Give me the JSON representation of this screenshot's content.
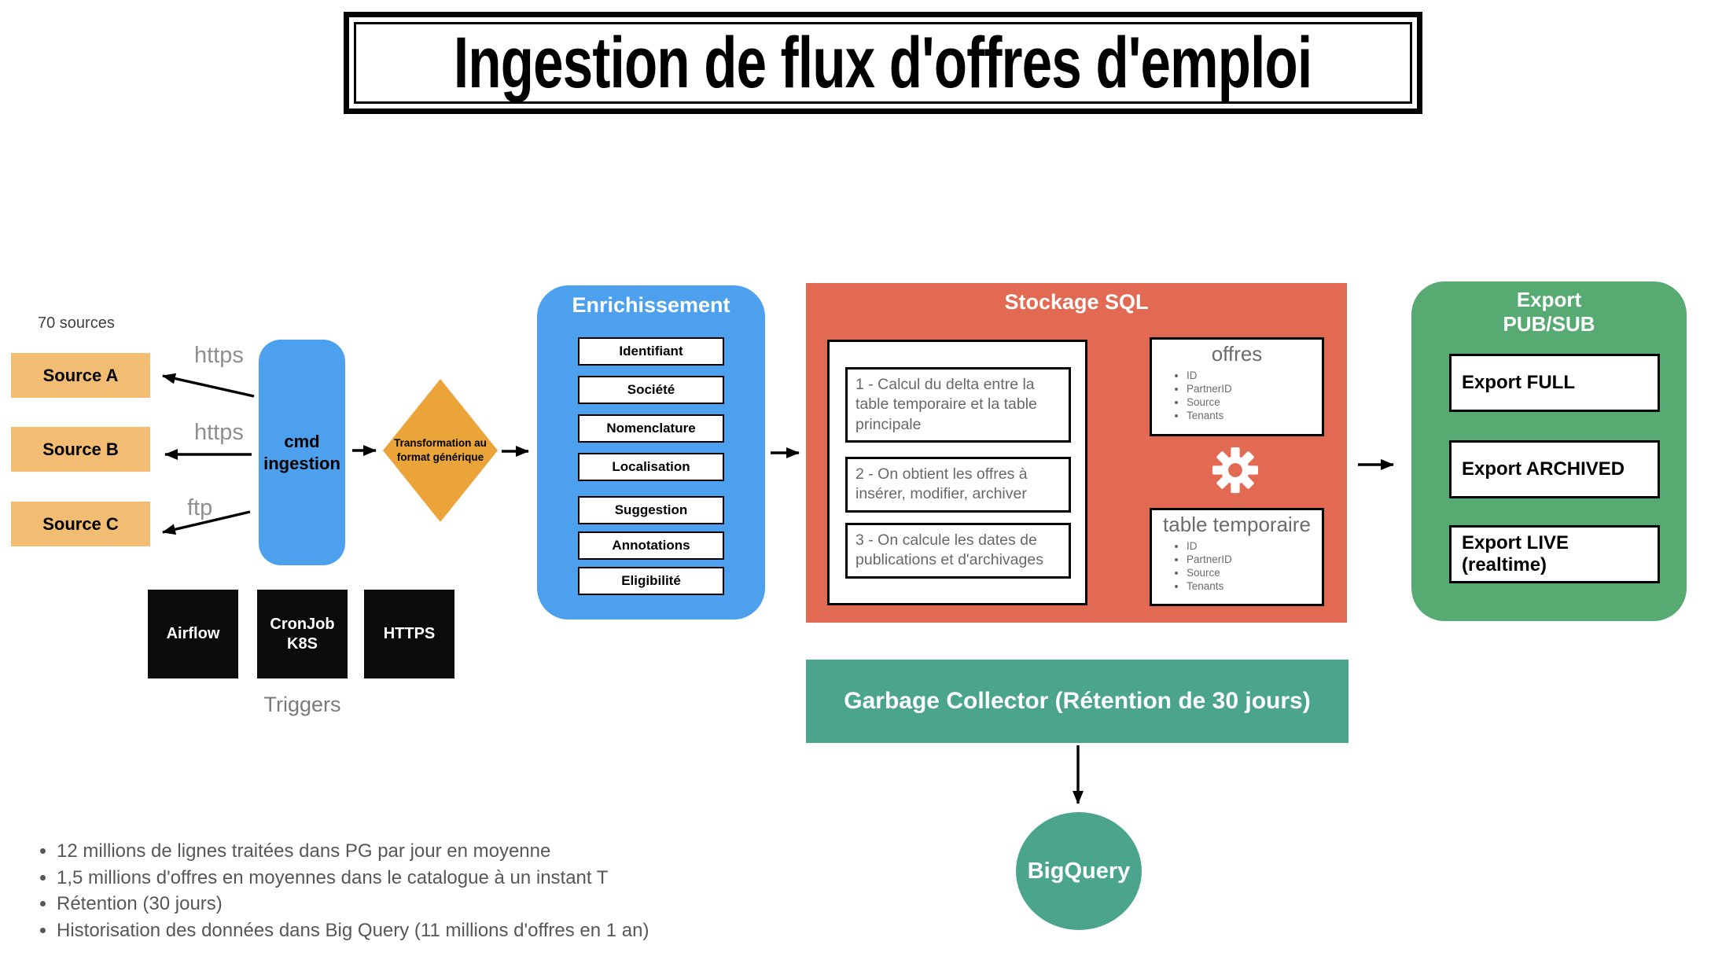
{
  "title": "Ingestion de flux d'offres d'emploi",
  "sources": {
    "count_label": "70 sources",
    "items": [
      {
        "label": "Source A",
        "protocol": "https"
      },
      {
        "label": "Source B",
        "protocol": "https"
      },
      {
        "label": "Source C",
        "protocol": "ftp"
      }
    ]
  },
  "ingestion": {
    "label": "cmd ingestion"
  },
  "triggers": {
    "caption": "Triggers",
    "items": [
      "Airflow",
      "CronJob K8S",
      "HTTPS"
    ]
  },
  "transformation": {
    "label": "Transformation au format générique"
  },
  "enrichment": {
    "title": "Enrichissement",
    "items": [
      "Identifiant",
      "Société",
      "Nomenclature",
      "Localisation",
      "Suggestion",
      "Annotations",
      "Eligibilité"
    ]
  },
  "storage": {
    "title": "Stockage SQL",
    "steps": [
      "1 - Calcul du delta entre la table temporaire et la table principale",
      "2 - On obtient les offres à insérer, modifier, archiver",
      "3 - On calcule les dates de publications et d'archivages"
    ],
    "tables": [
      {
        "name": "offres",
        "columns": [
          "ID",
          "PartnerID",
          "Source",
          "Tenants"
        ]
      },
      {
        "name": "table temporaire",
        "columns": [
          "ID",
          "PartnerID",
          "Source",
          "Tenants"
        ]
      }
    ]
  },
  "export": {
    "title_line1": "Export",
    "title_line2": "PUB/SUB",
    "items": [
      "Export FULL",
      "Export ARCHIVED",
      "Export LIVE (realtime)"
    ]
  },
  "garbage_collector": {
    "label": "Garbage Collector (Rétention de 30 jours)"
  },
  "bigquery": {
    "label": "BigQuery"
  },
  "notes": [
    "12 millions de lignes traitées dans PG par jour en moyenne",
    "1,5 millions d'offres en moyennes dans le catalogue à un instant T",
    "Rétention (30 jours)",
    "Historisation des données dans Big Query (11 millions d'offres en 1 an)"
  ],
  "colors": {
    "blue": "#4DA0EE",
    "source_orange": "#F2BD72",
    "diamond_orange": "#EBA439",
    "storage_red": "#E26A52",
    "export_green": "#57AB72",
    "teal_green": "#4AA58C",
    "black": "#0B0B0B"
  }
}
